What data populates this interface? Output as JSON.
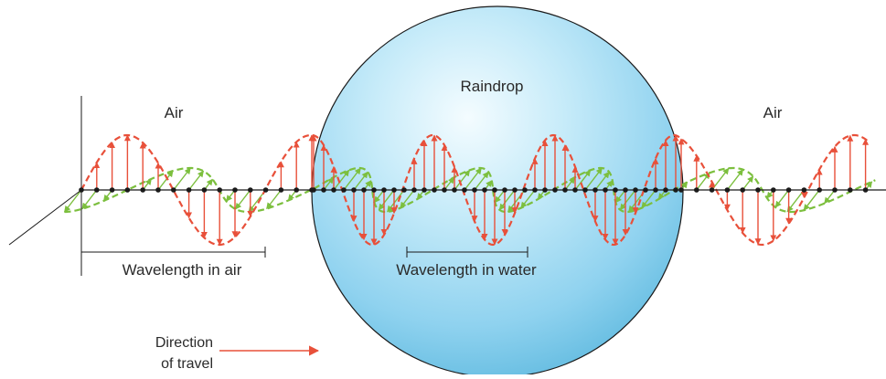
{
  "labels": {
    "raindrop": "Raindrop",
    "air_left": "Air",
    "air_right": "Air",
    "wavelength_air": "Wavelength in air",
    "wavelength_water": "Wavelength in water",
    "direction_line1": "Direction",
    "direction_line2": "of travel"
  },
  "colors": {
    "electric_field": "#e8503a",
    "magnetic_field": "#7cbf3e",
    "axis": "#1a1a1a",
    "drop_edge": "#1a1a1a",
    "drop_light": "#f2fbff",
    "drop_mid": "#a6ddf3",
    "drop_dark": "#5ab6dd",
    "arrow": "#e8503a"
  }
}
